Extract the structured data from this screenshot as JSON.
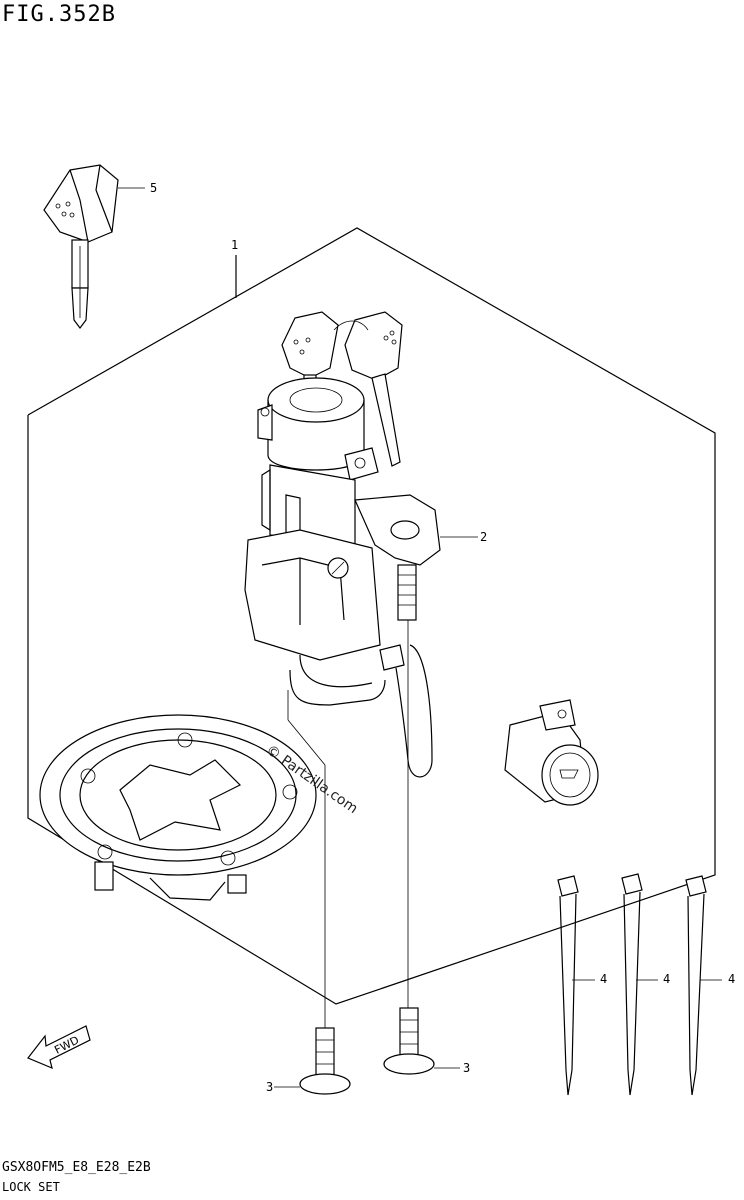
{
  "header": {
    "figure": "FIG.352B"
  },
  "footer": {
    "model_code": "GSX8OFM5_E8_E28_E2B",
    "assembly": "LOCK SET"
  },
  "watermark": {
    "text": "© Partzilla.com"
  },
  "callouts": [
    {
      "id": "1",
      "label": "1"
    },
    {
      "id": "2",
      "label": "2"
    },
    {
      "id": "3a",
      "label": "3"
    },
    {
      "id": "3b",
      "label": "3"
    },
    {
      "id": "4a",
      "label": "4"
    },
    {
      "id": "4b",
      "label": "4"
    },
    {
      "id": "4c",
      "label": "4"
    },
    {
      "id": "5",
      "label": "5"
    }
  ],
  "fwd_arrow": {
    "label": "FWD"
  },
  "colors": {
    "line": "#000000",
    "background": "#ffffff"
  }
}
